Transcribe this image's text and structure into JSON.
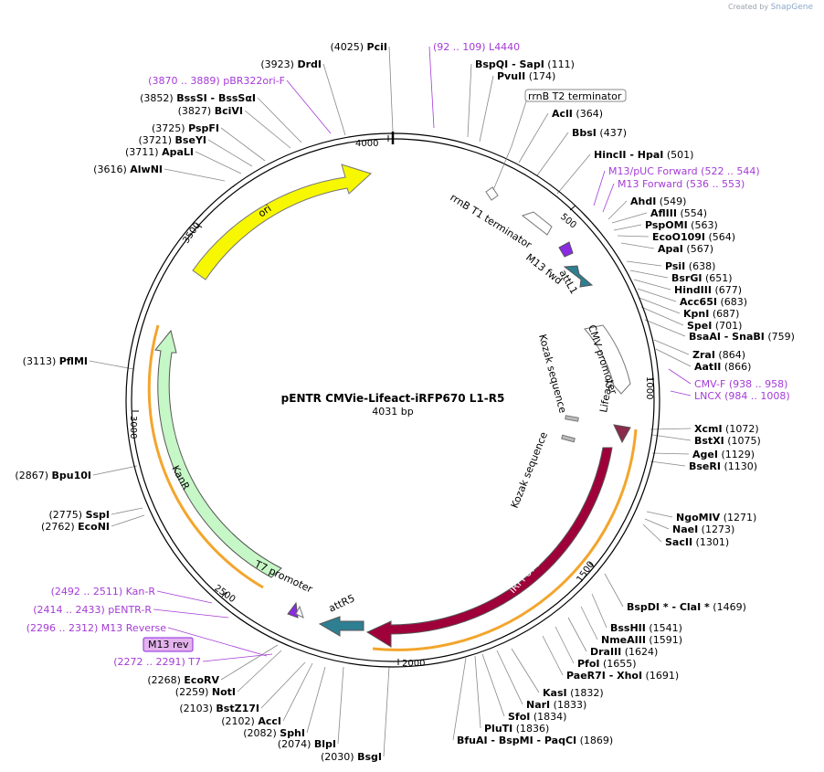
{
  "credit": {
    "prefix": "Created by",
    "brand": "SnapGene"
  },
  "plasmid": {
    "name": "pENTR CMVie-Lifeact-iRFP670 L1-R5",
    "length": "4031 bp"
  },
  "ticks": [
    "4000",
    "500",
    "1000",
    "1500",
    "2000",
    "2500",
    "3000",
    "3500"
  ],
  "features": {
    "ori": "ori",
    "kanr": "KanR",
    "irfp": "iRFP670",
    "lifeact": "Lifeact",
    "cmv": "CMV promoter",
    "kozak1": "Kozak sequence",
    "kozak2": "Kozak sequence",
    "attl1": "attL1",
    "m13fwd": "M13 fwd",
    "rrnbt1": "rrnB T1 terminator",
    "rrnbt2": "rrnB T2 terminator",
    "attr5": "attR5",
    "t7": "T7 promoter",
    "m13rev": "M13 rev"
  },
  "right_labels": [
    [
      "(92 .. 109)",
      "L4440",
      "p"
    ],
    [
      "BspQI - SapI",
      "(111)",
      "e"
    ],
    [
      "PvuII",
      "(174)",
      "e"
    ],
    [
      "AclI",
      "(364)",
      "e"
    ],
    [
      "BbsI",
      "(437)",
      "e"
    ],
    [
      "HincII - HpaI",
      "(501)",
      "e"
    ],
    [
      "M13/pUC Forward",
      "(522 .. 544)",
      "p"
    ],
    [
      "M13 Forward",
      "(536 .. 553)",
      "p"
    ],
    [
      "AhdI",
      "(549)",
      "e"
    ],
    [
      "AflIII",
      "(554)",
      "e"
    ],
    [
      "PspOMI",
      "(563)",
      "e"
    ],
    [
      "EcoO109I",
      "(564)",
      "e"
    ],
    [
      "ApaI",
      "(567)",
      "e"
    ],
    [
      "PsiI",
      "(638)",
      "e"
    ],
    [
      "BsrGI",
      "(651)",
      "e"
    ],
    [
      "HindIII",
      "(677)",
      "e"
    ],
    [
      "Acc65I",
      "(683)",
      "e"
    ],
    [
      "KpnI",
      "(687)",
      "e"
    ],
    [
      "SpeI",
      "(701)",
      "e"
    ],
    [
      "BsaAI - SnaBI",
      "(759)",
      "e"
    ],
    [
      "ZraI",
      "(864)",
      "e"
    ],
    [
      "AatII",
      "(866)",
      "e"
    ],
    [
      "CMV-F",
      "(938 .. 958)",
      "p"
    ],
    [
      "LNCX",
      "(984 .. 1008)",
      "p"
    ],
    [
      "XcmI",
      "(1072)",
      "e"
    ],
    [
      "BstXI",
      "(1075)",
      "e"
    ],
    [
      "AgeI",
      "(1129)",
      "e"
    ],
    [
      "BseRI",
      "(1130)",
      "e"
    ],
    [
      "NgoMIV",
      "(1271)",
      "e"
    ],
    [
      "NaeI",
      "(1273)",
      "e"
    ],
    [
      "SacII",
      "(1301)",
      "e"
    ],
    [
      "BspDI * - ClaI *",
      "(1469)",
      "e"
    ],
    [
      "BssHII",
      "(1541)",
      "e"
    ],
    [
      "NmeAIII",
      "(1591)",
      "e"
    ],
    [
      "DraIII",
      "(1624)",
      "e"
    ],
    [
      "PfoI",
      "(1655)",
      "e"
    ],
    [
      "PaeR7I - XhoI",
      "(1691)",
      "e"
    ],
    [
      "KasI",
      "(1832)",
      "e"
    ],
    [
      "NarI",
      "(1833)",
      "e"
    ],
    [
      "SfoI",
      "(1834)",
      "e"
    ],
    [
      "PluTI",
      "(1836)",
      "e"
    ],
    [
      "BfuAI - BspMI - PaqCI",
      "(1869)",
      "e"
    ]
  ],
  "left_labels": [
    [
      "(4025)",
      "PciI",
      "e"
    ],
    [
      "(3923)",
      "DrdI",
      "e"
    ],
    [
      "(3870 .. 3889)",
      "pBR322ori-F",
      "p"
    ],
    [
      "(3852)",
      "BssSI - BssSαI",
      "e"
    ],
    [
      "(3827)",
      "BciVI",
      "e"
    ],
    [
      "(3725)",
      "PspFI",
      "e"
    ],
    [
      "(3721)",
      "BseYI",
      "e"
    ],
    [
      "(3711)",
      "ApaLI",
      "e"
    ],
    [
      "(3616)",
      "AlwNI",
      "e"
    ],
    [
      "(3113)",
      "PflMI",
      "e"
    ],
    [
      "(2867)",
      "Bpu10I",
      "e"
    ],
    [
      "(2775)",
      "SspI",
      "e"
    ],
    [
      "(2762)",
      "EcoNI",
      "e"
    ],
    [
      "(2492 .. 2511)",
      "Kan-R",
      "p"
    ],
    [
      "(2414 .. 2433)",
      "pENTR-R",
      "p"
    ],
    [
      "(2296 .. 2312)",
      "M13 Reverse",
      "p"
    ],
    [
      "(2272 .. 2291)",
      "T7",
      "p"
    ],
    [
      "(2268)",
      "EcoRV",
      "e"
    ],
    [
      "(2259)",
      "NotI",
      "e"
    ],
    [
      "(2103)",
      "BstZ17I",
      "e"
    ],
    [
      "(2102)",
      "AccI",
      "e"
    ],
    [
      "(2082)",
      "SphI",
      "e"
    ],
    [
      "(2074)",
      "BlpI",
      "e"
    ],
    [
      "(2030)",
      "BsgI",
      "e"
    ]
  ],
  "colors": {
    "ori": "#f7f700",
    "kanr": "#c6f7c6",
    "irfp": "#a0003a",
    "lifeact": "#8b2a4a",
    "att": "#2f7f93",
    "primer": "#a43bd6",
    "orf": "#f3a52c"
  }
}
